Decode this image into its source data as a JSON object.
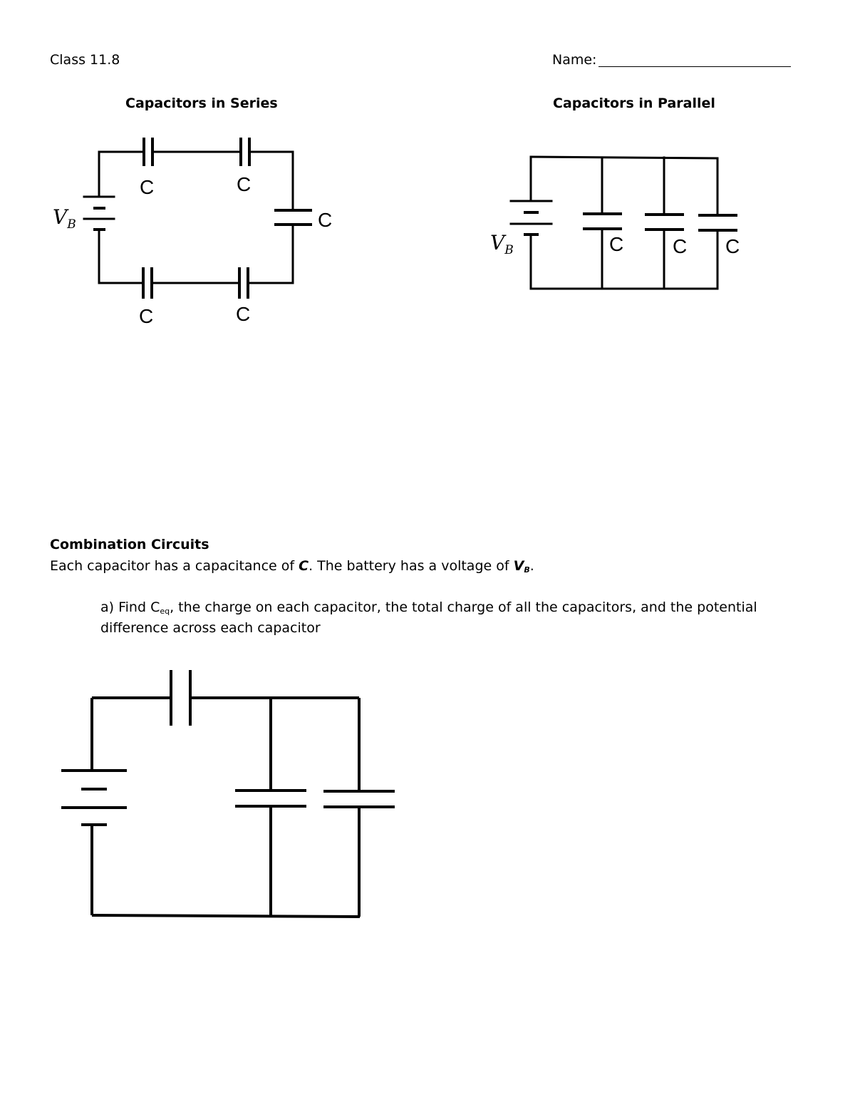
{
  "header": {
    "class_label": "Class 11.8",
    "name_label": "Name:"
  },
  "series": {
    "title": "Capacitors in Series",
    "capacitor_label": "C",
    "battery_label_main": "V",
    "battery_label_sub": "B"
  },
  "parallel": {
    "title": "Capacitors in Parallel",
    "capacitor_label": "C",
    "battery_label_main": "V",
    "battery_label_sub": "B"
  },
  "combination": {
    "title": "Combination Circuits",
    "intro_part1": "Each capacitor has a capacitance of ",
    "intro_c": "C",
    "intro_part2": ".  The battery has a voltage of ",
    "intro_v": "V",
    "intro_vsub": "B",
    "intro_end": ".",
    "question_prefix": "a) Find C",
    "question_sub": "eq",
    "question_rest": ", the charge on each capacitor, the total charge of all the capacitors, and the potential",
    "question_line2": "difference across each capacitor"
  }
}
